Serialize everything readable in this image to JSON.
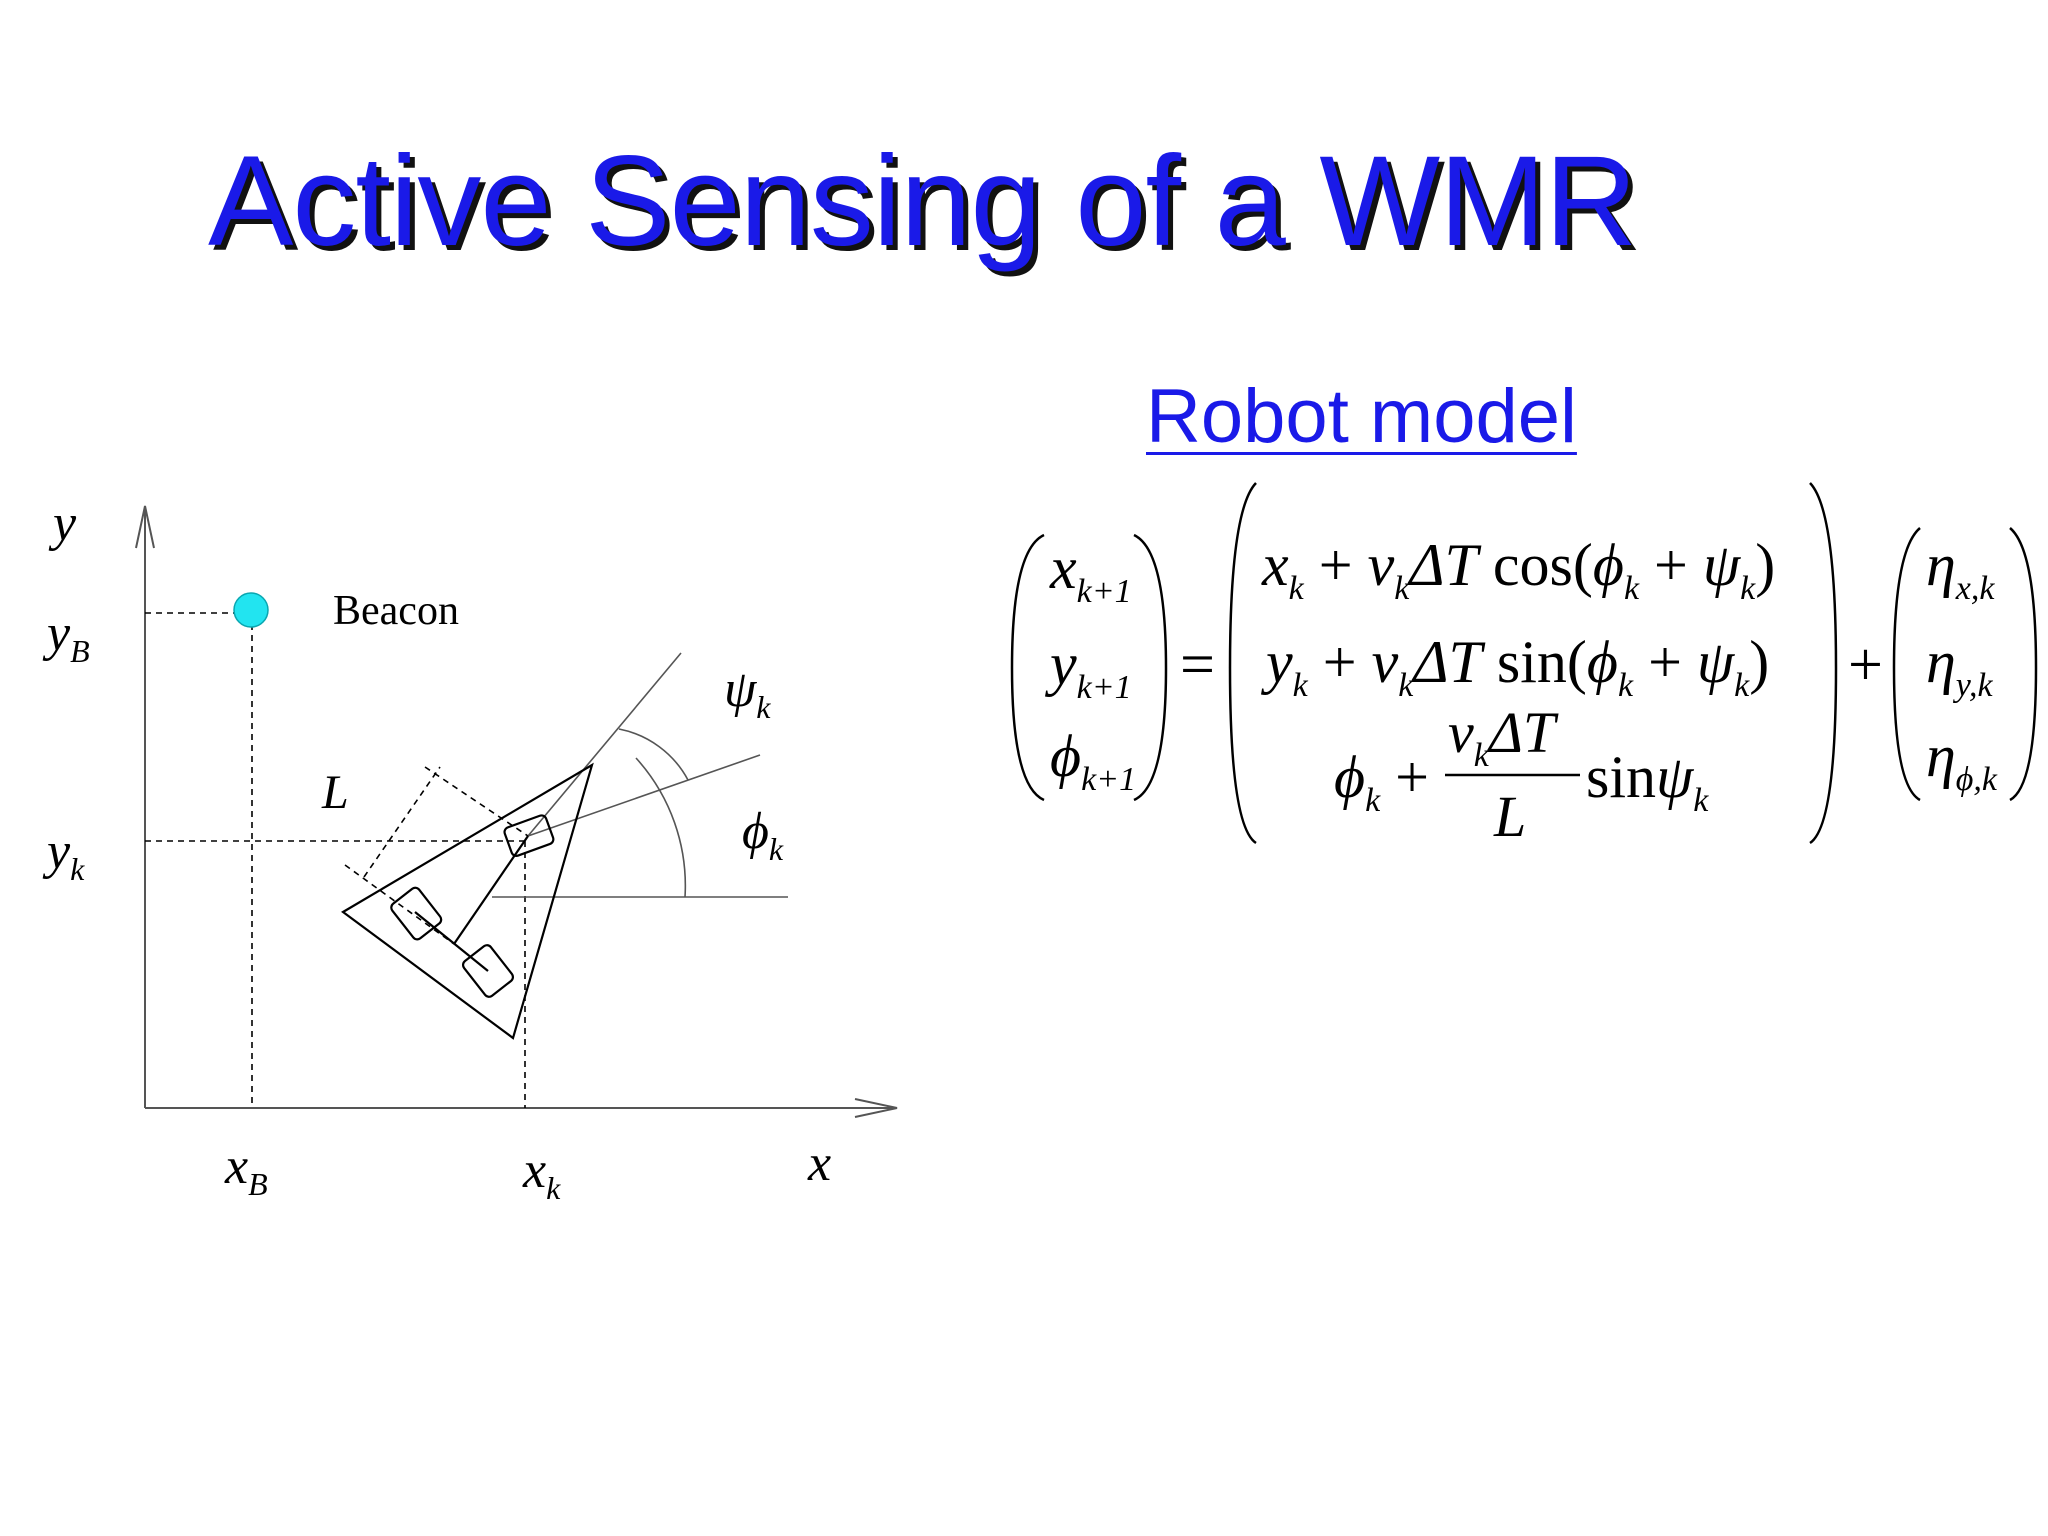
{
  "slide": {
    "title": "Active Sensing of a WMR",
    "subtitle": "Robot model",
    "colors": {
      "title": "#1a1ae8",
      "title_shadow": "#111111",
      "beacon": "#22e4f0",
      "lines": "#000000"
    }
  },
  "diagram": {
    "beacon_label": "Beacon",
    "axis_y": "y",
    "axis_x": "x",
    "y_beacon": {
      "base": "y",
      "sub": "B"
    },
    "y_robot": {
      "base": "y",
      "sub": "k"
    },
    "x_beacon": {
      "base": "x",
      "sub": "B"
    },
    "x_robot": {
      "base": "x",
      "sub": "k"
    },
    "length_label": "L",
    "psi_label": {
      "base": "ψ",
      "sub": "k"
    },
    "phi_label": {
      "base": "ϕ",
      "sub": "k"
    }
  },
  "equation": {
    "lhs": [
      {
        "base": "x",
        "sub": "k+1"
      },
      {
        "base": "y",
        "sub": "k+1"
      },
      {
        "base": "ϕ",
        "sub": "k+1"
      }
    ],
    "equals": "=",
    "plus": "+",
    "rhs_row1": "x_k + v_k ΔT cos(ϕ_k + ψ_k)",
    "rhs_row2": "y_k + v_k ΔT sin(ϕ_k + ψ_k)",
    "rhs_row3": "ϕ_k + (v_k ΔT / L) sin ψ_k",
    "noise": [
      {
        "base": "η",
        "sub": "x,k"
      },
      {
        "base": "η",
        "sub": "y,k"
      },
      {
        "base": "η",
        "sub": "ϕ,k"
      }
    ]
  }
}
